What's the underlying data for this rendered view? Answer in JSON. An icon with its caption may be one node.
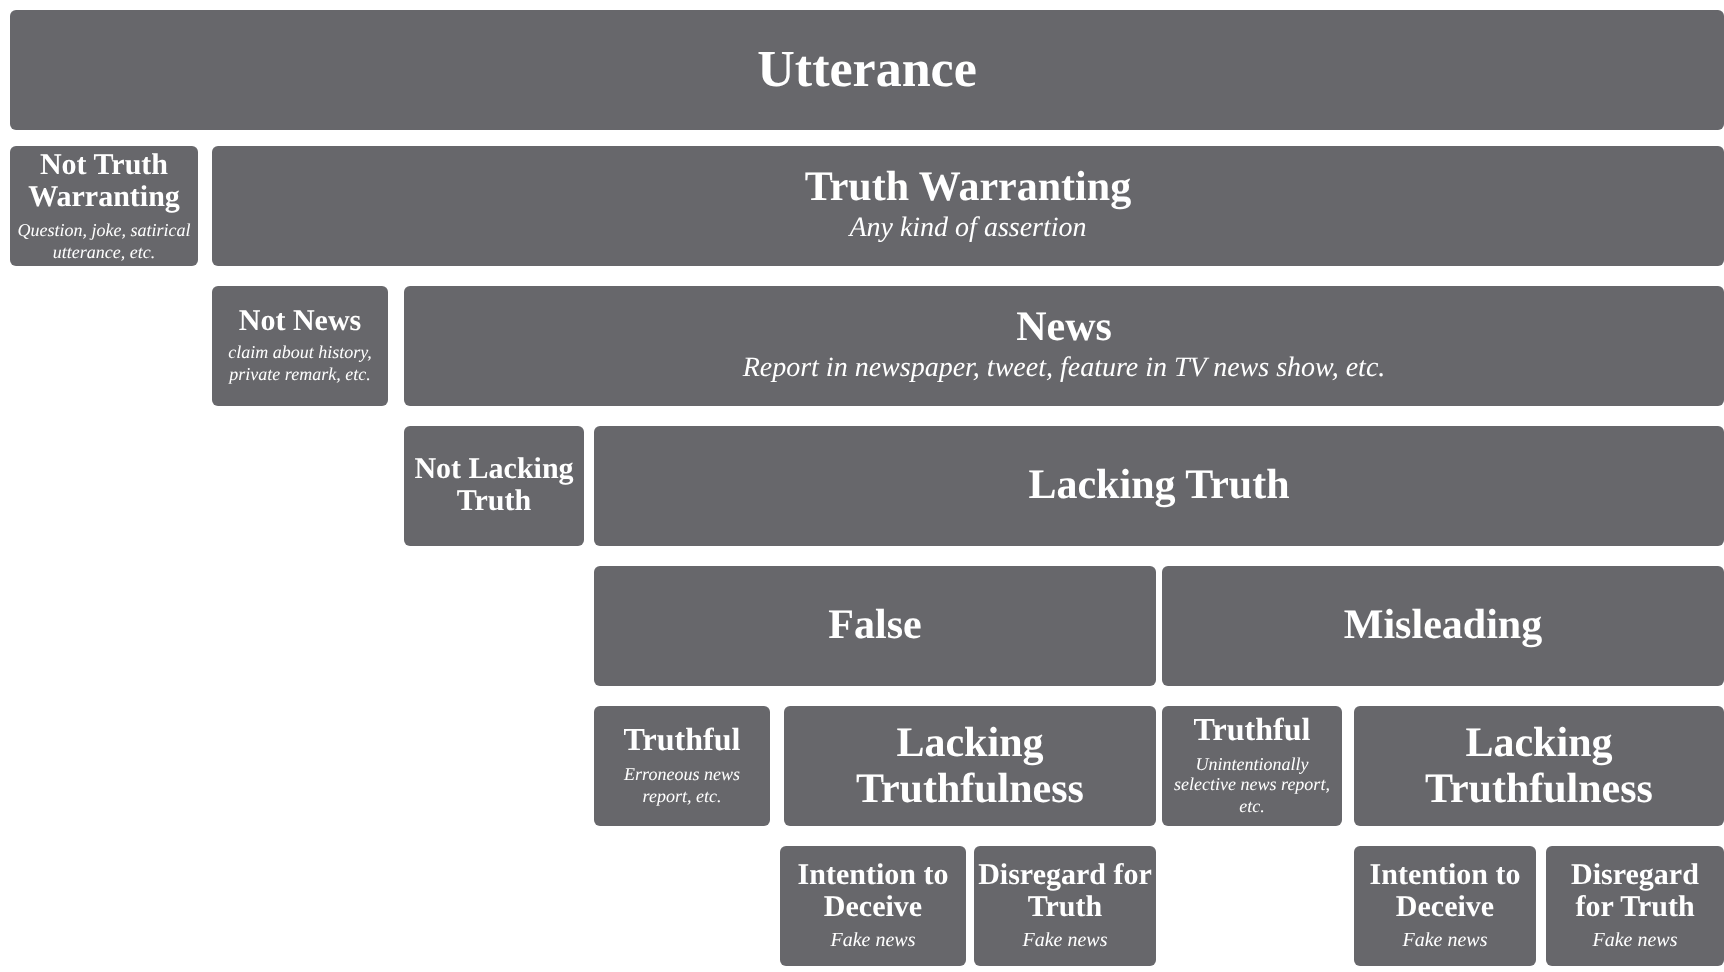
{
  "diagram": {
    "nodes": [
      {
        "text": [
          "Utterance"
        ]
      },
      {
        "text": [
          "Not Truth Warranting",
          "Question, joke, satirical utterance, etc."
        ]
      },
      {
        "text": [
          "Truth Warranting",
          "Any kind of assertion"
        ]
      },
      {
        "text": [
          "Not News",
          "claim about history, private remark, etc."
        ]
      },
      {
        "text": [
          "News",
          "Report in newspaper, tweet, feature in TV news show, etc."
        ]
      },
      {
        "text": [
          "Not Lacking Truth"
        ]
      },
      {
        "text": [
          "Lacking Truth"
        ]
      },
      {
        "text": [
          "False"
        ]
      },
      {
        "text": [
          "Misleading"
        ]
      },
      {
        "text": [
          "Truthful",
          "Erroneous news report, etc."
        ]
      },
      {
        "text": [
          "Lacking Truthfulness"
        ]
      },
      {
        "text": [
          "Truthful",
          "Unintentionally selective news report, etc."
        ]
      },
      {
        "text": [
          "Lacking Truthfulness"
        ]
      },
      {
        "text": [
          "Intention to Deceive",
          "Fake news"
        ]
      },
      {
        "text": [
          "Disregard for Truth",
          "Fake news"
        ]
      },
      {
        "text": [
          "Intention to Deceive",
          "Fake news"
        ]
      },
      {
        "text": [
          "Disregard for Truth",
          "Fake news"
        ]
      }
    ]
  }
}
